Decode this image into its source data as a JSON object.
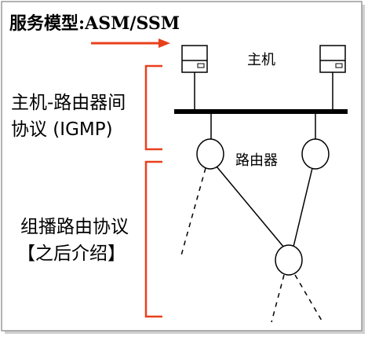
{
  "title": "服务模型:ASM/SSM",
  "labels": {
    "host": "主机",
    "router": "路由器",
    "host_router_line1": "主机-路由器间",
    "host_router_line2": "协议 (IGMP)",
    "multicast_line1": "组播路由协议",
    "multicast_line2": "【之后介绍】"
  },
  "colors": {
    "accent": "#e8401c",
    "line": "#000000",
    "frame": "#9a9a9a",
    "frame_shadow": "#d0d0d0"
  },
  "icons": {
    "host": "host-computer-icon",
    "router": "router-icon",
    "arrow": "right-arrow-icon"
  }
}
